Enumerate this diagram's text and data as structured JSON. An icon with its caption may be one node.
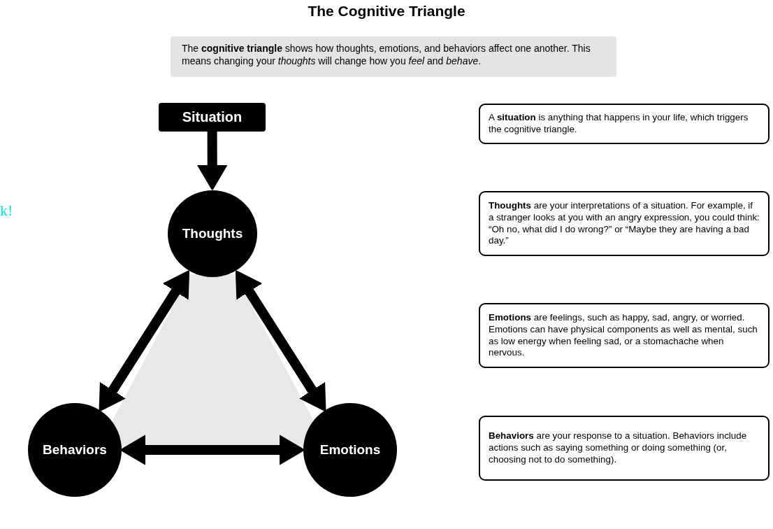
{
  "diagram": {
    "title": "The Cognitive Triangle",
    "nodes": [
      {
        "text": [
          "The **cognitive triangle** shows how thoughts, emotions, and behaviors affect one another. This means changing your *thoughts* will change how you *feel* and *behave*."
        ]
      },
      {
        "text": [
          "Situation"
        ]
      },
      {
        "text": [
          "Thoughts"
        ]
      },
      {
        "text": [
          "Behaviors"
        ]
      },
      {
        "text": [
          "Emotions"
        ]
      },
      {
        "text": [
          "A **situation** is anything that happens in your life, which triggers the cognitive triangle."
        ]
      },
      {
        "text": [
          "**Thoughts** are your interpretations of a situation. For example, if a stranger looks at you with an angry expression, you could think: “Oh no, what did I do wrong?” or “Maybe they are having a bad day.”"
        ]
      },
      {
        "text": [
          "**Emotions** are feelings, such as happy, sad, angry, or worried. Emotions can have physical components as well as mental, such as low energy when feeling sad, or a stomachache when nervous."
        ]
      },
      {
        "text": [
          "**Behaviors** are your response to a situation. Behaviors include actions such as saying something or doing something (or, choosing not to do something)."
        ]
      }
    ],
    "edges": [
      {
        "from": 1,
        "to": 2,
        "arrow": "to"
      },
      {
        "from": 2,
        "to": 3,
        "arrow": "both"
      },
      {
        "from": 2,
        "to": 4,
        "arrow": "both"
      },
      {
        "from": 3,
        "to": 4,
        "arrow": "both"
      }
    ],
    "labels": [
      "k!"
    ]
  }
}
